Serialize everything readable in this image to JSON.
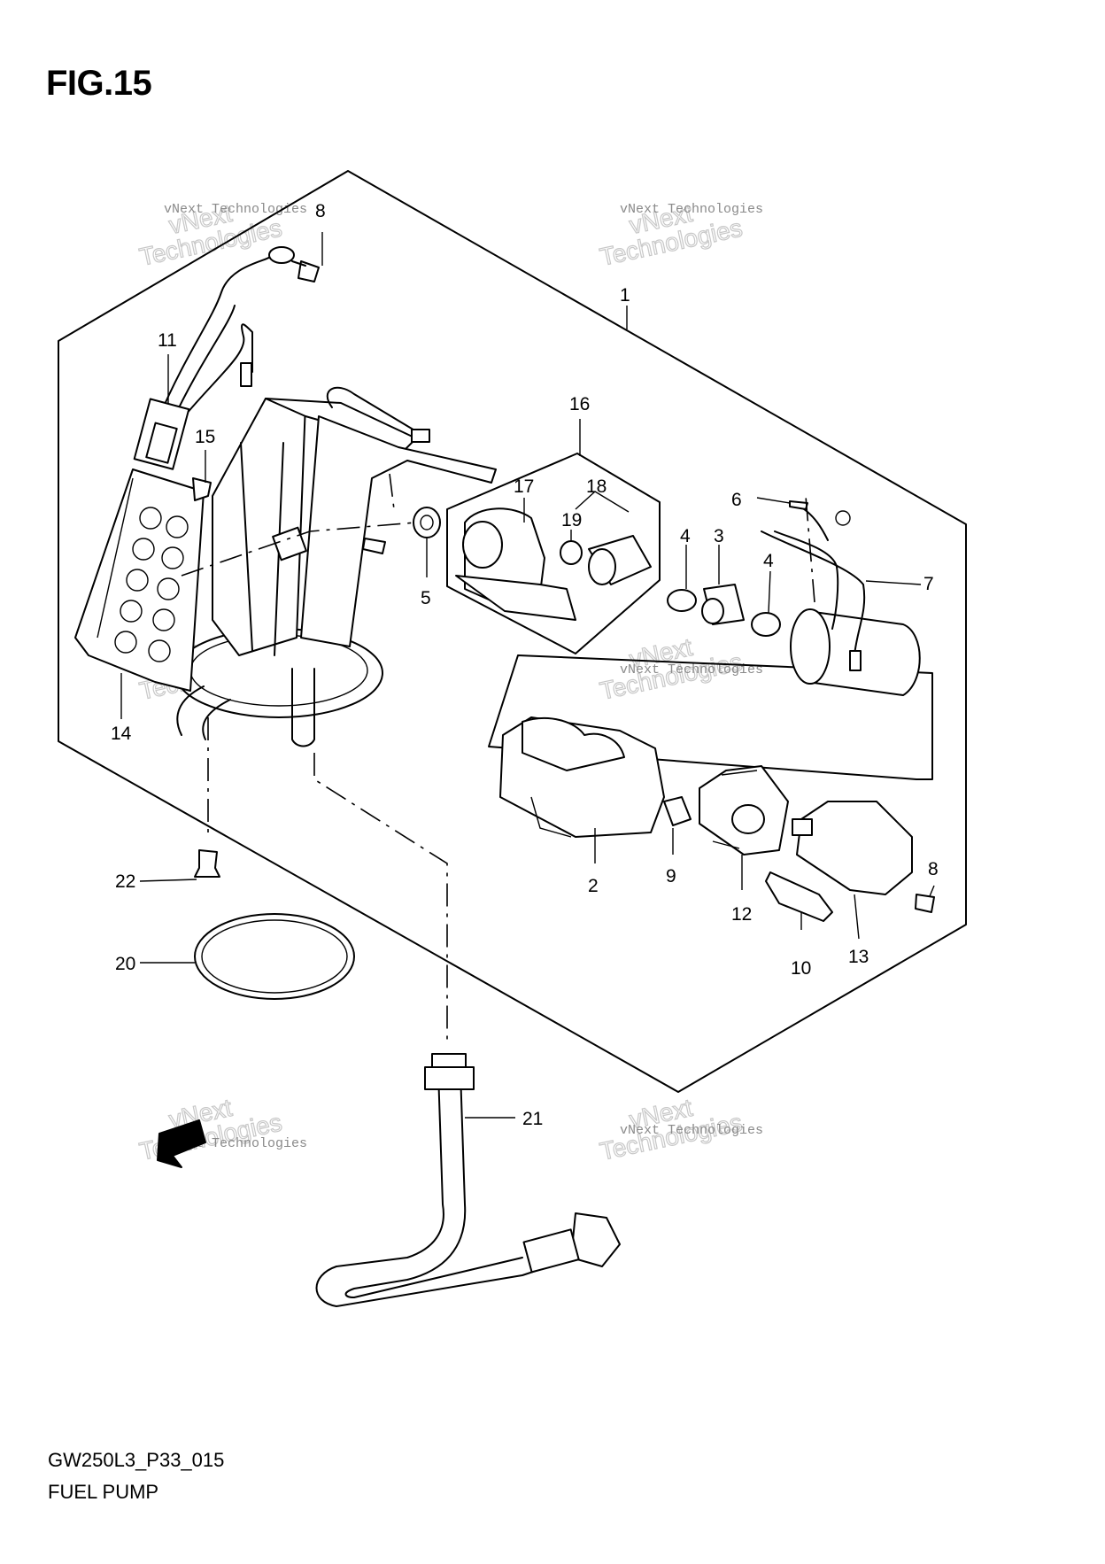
{
  "figure": {
    "title": "FIG.15",
    "drawing_code": "GW250L3_P33_015",
    "name": "FUEL PUMP"
  },
  "watermark": {
    "line1": "vNext Technologies",
    "line2": "vNext",
    "line3": "Technologies"
  },
  "callouts": [
    "1",
    "2",
    "3",
    "4",
    "4",
    "5",
    "6",
    "7",
    "8",
    "8",
    "9",
    "10",
    "11",
    "12",
    "13",
    "14",
    "15",
    "16",
    "17",
    "18",
    "19",
    "20",
    "21",
    "22"
  ]
}
